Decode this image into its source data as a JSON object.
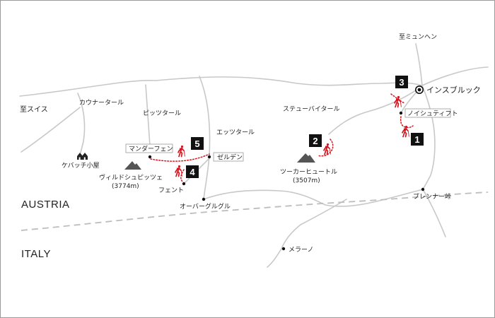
{
  "countries": {
    "austria": "AUSTRIA",
    "italy": "ITALY"
  },
  "directions": {
    "to_munich": "至ミュンヘン",
    "to_switzerland": "至スイス"
  },
  "places": {
    "innsbruck": "インスブルック",
    "neustift": "ノイシュティフト",
    "brenner": "ブレンナー峠",
    "merano": "メラーノ",
    "obergurgl": "オーバーグルグル",
    "vent": "フェント",
    "solden": "ゼルデン",
    "mandarfen": "マンダーフェン",
    "kaunertal": "カウナータール",
    "pitztal": "ピッツタール",
    "otztal": "エッツタール",
    "stubaital": "ステューバイタール",
    "kebachhutte": "ケバッチ小屋"
  },
  "peaks": {
    "wildspitze": {
      "name": "ヴィルドシュピッツェ",
      "elevation": "(3774m)"
    },
    "zuckerhutl": {
      "name": "ツーカーヒュートル",
      "elevation": "(3507m)"
    }
  },
  "routes": {
    "r1": "1",
    "r2": "2",
    "r3": "3",
    "r4": "4",
    "r5": "5"
  },
  "colors": {
    "road": "#c8c8c8",
    "trail": "#d4141e",
    "badge": "#111111",
    "mountain": "#555555"
  }
}
